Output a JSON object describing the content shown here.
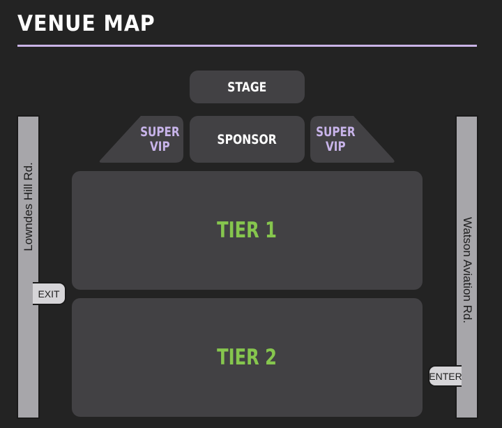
{
  "header": {
    "title": "VENUE MAP"
  },
  "venue": {
    "stage": "STAGE",
    "sponsor": "SPONSOR",
    "super_vip_left": [
      "SUPER",
      "VIP"
    ],
    "super_vip_right": [
      "SUPER",
      "VIP"
    ],
    "tier1": "TIER 1",
    "tier2": "TIER 2"
  },
  "roads": {
    "left": "Lowndes Hill Rd.",
    "right": "Watson Aviation Rd.",
    "exit": "EXIT",
    "enter": "ENTER"
  },
  "colors": {
    "background": "#232323",
    "section": "#424144",
    "tier_label": "#86c64e",
    "vip_label": "#c8b4ea",
    "rule": "#c9b3e6",
    "road": "#a7a6aa"
  }
}
